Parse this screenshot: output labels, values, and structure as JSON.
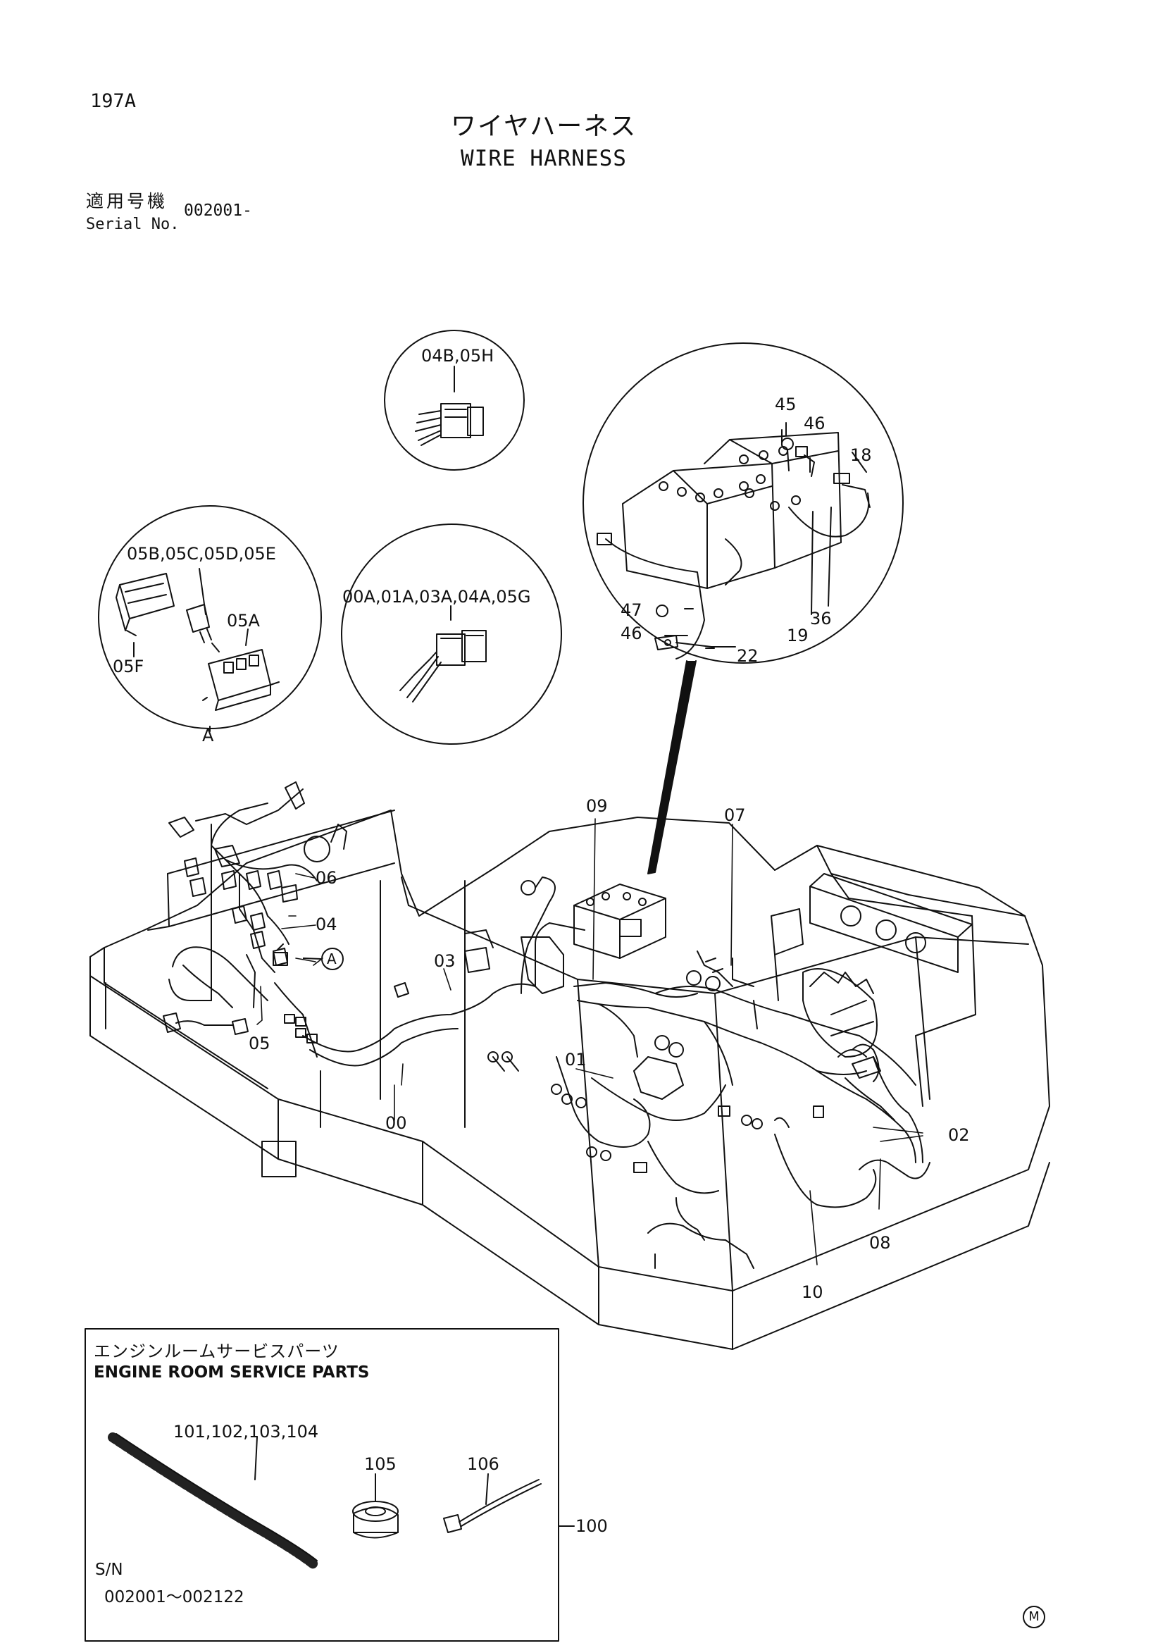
{
  "header": {
    "page_code": "197A",
    "title_jp": "ワイヤハーネス",
    "title_en": "WIRE HARNESS",
    "serial_label_jp": "適用号機",
    "serial_label_en": "Serial No.",
    "serial_value": "002001-"
  },
  "callouts": {
    "c04B05H": "04B,05H",
    "c05B": "05B,05C,05D,05E",
    "c05A": "05A",
    "c05F": "05F",
    "cA": "A",
    "c00A": "00A,01A,03A,04A,05G",
    "c45": "45",
    "c46a": "46",
    "c18": "18",
    "c47": "47",
    "c46b": "46",
    "c19": "19",
    "c36": "36",
    "c22": "22",
    "c09": "09",
    "c07": "07",
    "c06": "06",
    "c04": "04",
    "cAref": "A",
    "c03": "03",
    "c05": "05",
    "c00": "00",
    "c01": "01",
    "c02": "02",
    "c08": "08",
    "c10": "10"
  },
  "service_parts": {
    "title_jp": "エンジンルームサービスパーツ",
    "title_en": "ENGINE ROOM SERVICE PARTS",
    "p101": "101,102,103,104",
    "p105": "105",
    "p106": "106",
    "p100": "100",
    "sn_label": "S/N",
    "sn_range": "002001～002122"
  },
  "footer": {
    "mark": "M"
  }
}
